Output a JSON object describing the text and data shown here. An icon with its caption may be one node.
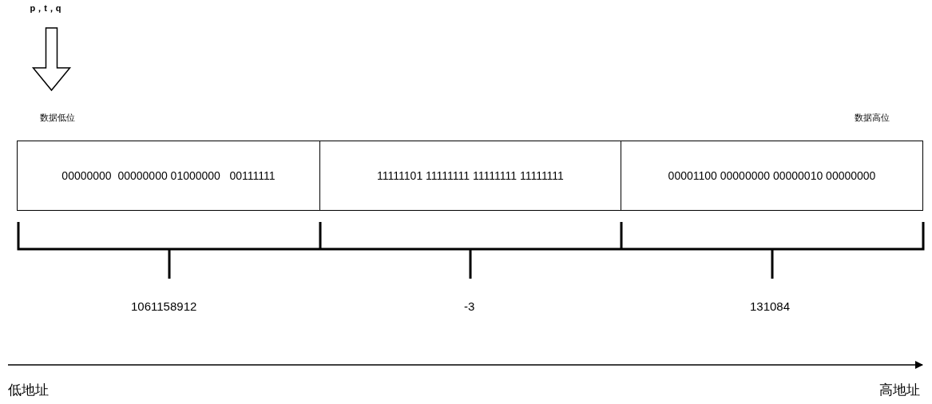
{
  "diagram": {
    "nodes": [
      {
        "text": [
          "p，t，q"
        ]
      },
      {
        "text": [
          "数据低位"
        ]
      },
      {
        "text": [
          "00000000  00000000 01000000   00111111"
        ]
      },
      {
        "text": [
          "11111101 11111111 11111111 11111111"
        ]
      },
      {
        "text": [
          "00001100 00000000 00000010 00000000"
        ]
      }
    ],
    "edges": [
      {
        "from": 0,
        "to": 1,
        "arrow": "to"
      }
    ],
    "labels": [
      "数据高位",
      "1061158912",
      "-3",
      "131084",
      "低地址",
      "高地址"
    ]
  }
}
